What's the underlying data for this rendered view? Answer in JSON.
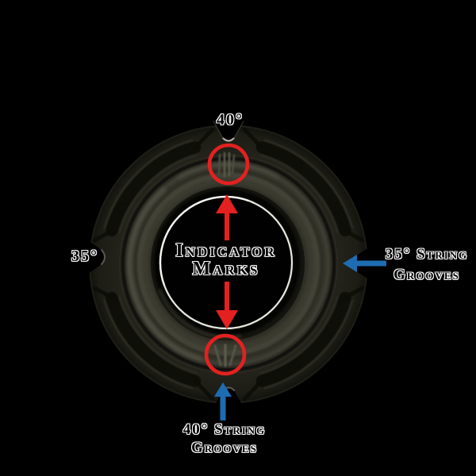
{
  "page": {
    "background_color": "#000000",
    "description": "Annotated diagram of a black rubber string-dampener ring showing indicator marks and string grooves"
  },
  "labels": {
    "top_angle": "40°",
    "left_angle": "35°",
    "center_line1": "Indicator",
    "center_line2": "Marks",
    "right_line1": "35° String",
    "right_line2": "Grooves",
    "bottom_line1": "40° String",
    "bottom_line2": "Grooves"
  },
  "colors": {
    "highlight_red": "#e32120",
    "arrow_blue": "#1e6cb2",
    "label_text": "#000000",
    "label_outline": "#ffffff",
    "ring_body": "#26261e",
    "inner_hole_edge": "#e8e8e0"
  }
}
